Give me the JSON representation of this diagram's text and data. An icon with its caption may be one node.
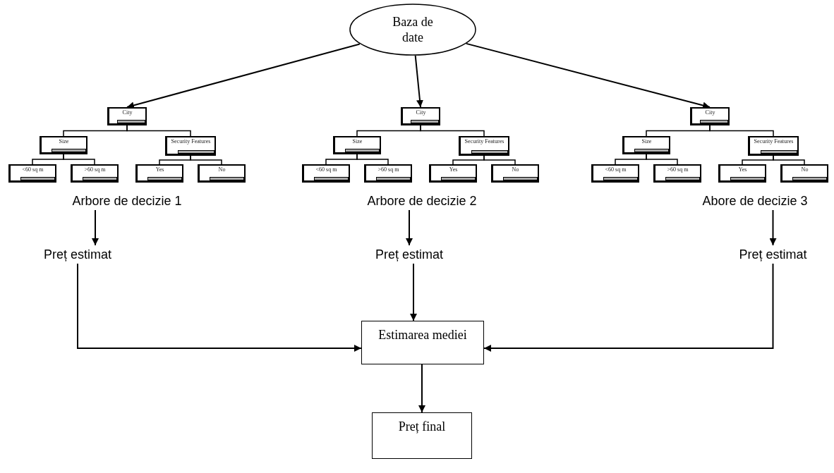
{
  "diagram": {
    "nodes": [
      {
        "text": [
          "Baza de date"
        ]
      },
      {
        "text": [
          "City"
        ]
      },
      {
        "text": [
          "Size"
        ]
      },
      {
        "text": [
          "Security Features"
        ]
      },
      {
        "text": [
          "<60 sq m"
        ]
      },
      {
        "text": [
          ">60 sq m"
        ]
      },
      {
        "text": [
          "Yes"
        ]
      },
      {
        "text": [
          "No"
        ]
      },
      {
        "text": [
          "City"
        ]
      },
      {
        "text": [
          "Size"
        ]
      },
      {
        "text": [
          "Security Features"
        ]
      },
      {
        "text": [
          "<60 sq m"
        ]
      },
      {
        "text": [
          ">60 sq m"
        ]
      },
      {
        "text": [
          "Yes"
        ]
      },
      {
        "text": [
          "No"
        ]
      },
      {
        "text": [
          "City"
        ]
      },
      {
        "text": [
          "Size"
        ]
      },
      {
        "text": [
          "Security Features"
        ]
      },
      {
        "text": [
          "<60 sq m"
        ]
      },
      {
        "text": [
          ">60 sq m"
        ]
      },
      {
        "text": [
          "Yes"
        ]
      },
      {
        "text": [
          "No"
        ]
      },
      {
        "text": [
          "Arbore de decizie 1"
        ]
      },
      {
        "text": [
          "Arbore de decizie 2"
        ]
      },
      {
        "text": [
          "Abore de decizie 3"
        ]
      },
      {
        "text": [
          "Preț estimat"
        ]
      },
      {
        "text": [
          "Preț estimat"
        ]
      },
      {
        "text": [
          "Preț estimat"
        ]
      },
      {
        "text": [
          "Estimarea mediei"
        ]
      },
      {
        "text": [
          "Preț final"
        ]
      }
    ],
    "edges": [
      {
        "from": 0,
        "to": 1,
        "arrow": "to"
      },
      {
        "from": 0,
        "to": 8,
        "arrow": "to"
      },
      {
        "from": 0,
        "to": 15,
        "arrow": "to"
      },
      {
        "from": 1,
        "to": 2,
        "arrow": "none"
      },
      {
        "from": 1,
        "to": 3,
        "arrow": "none"
      },
      {
        "from": 2,
        "to": 4,
        "arrow": "none"
      },
      {
        "from": 2,
        "to": 5,
        "arrow": "none"
      },
      {
        "from": 3,
        "to": 6,
        "arrow": "none"
      },
      {
        "from": 3,
        "to": 7,
        "arrow": "none"
      },
      {
        "from": 8,
        "to": 9,
        "arrow": "none"
      },
      {
        "from": 8,
        "to": 10,
        "arrow": "none"
      },
      {
        "from": 9,
        "to": 11,
        "arrow": "none"
      },
      {
        "from": 9,
        "to": 12,
        "arrow": "none"
      },
      {
        "from": 10,
        "to": 13,
        "arrow": "none"
      },
      {
        "from": 10,
        "to": 14,
        "arrow": "none"
      },
      {
        "from": 15,
        "to": 16,
        "arrow": "none"
      },
      {
        "from": 15,
        "to": 17,
        "arrow": "none"
      },
      {
        "from": 16,
        "to": 18,
        "arrow": "none"
      },
      {
        "from": 16,
        "to": 19,
        "arrow": "none"
      },
      {
        "from": 17,
        "to": 20,
        "arrow": "none"
      },
      {
        "from": 17,
        "to": 21,
        "arrow": "none"
      },
      {
        "from": 22,
        "to": 25,
        "arrow": "to"
      },
      {
        "from": 23,
        "to": 26,
        "arrow": "to"
      },
      {
        "from": 24,
        "to": 27,
        "arrow": "to"
      },
      {
        "from": 25,
        "to": 28,
        "arrow": "to"
      },
      {
        "from": 26,
        "to": 28,
        "arrow": "to"
      },
      {
        "from": 27,
        "to": 28,
        "arrow": "to"
      },
      {
        "from": 28,
        "to": 29,
        "arrow": "to"
      }
    ]
  }
}
